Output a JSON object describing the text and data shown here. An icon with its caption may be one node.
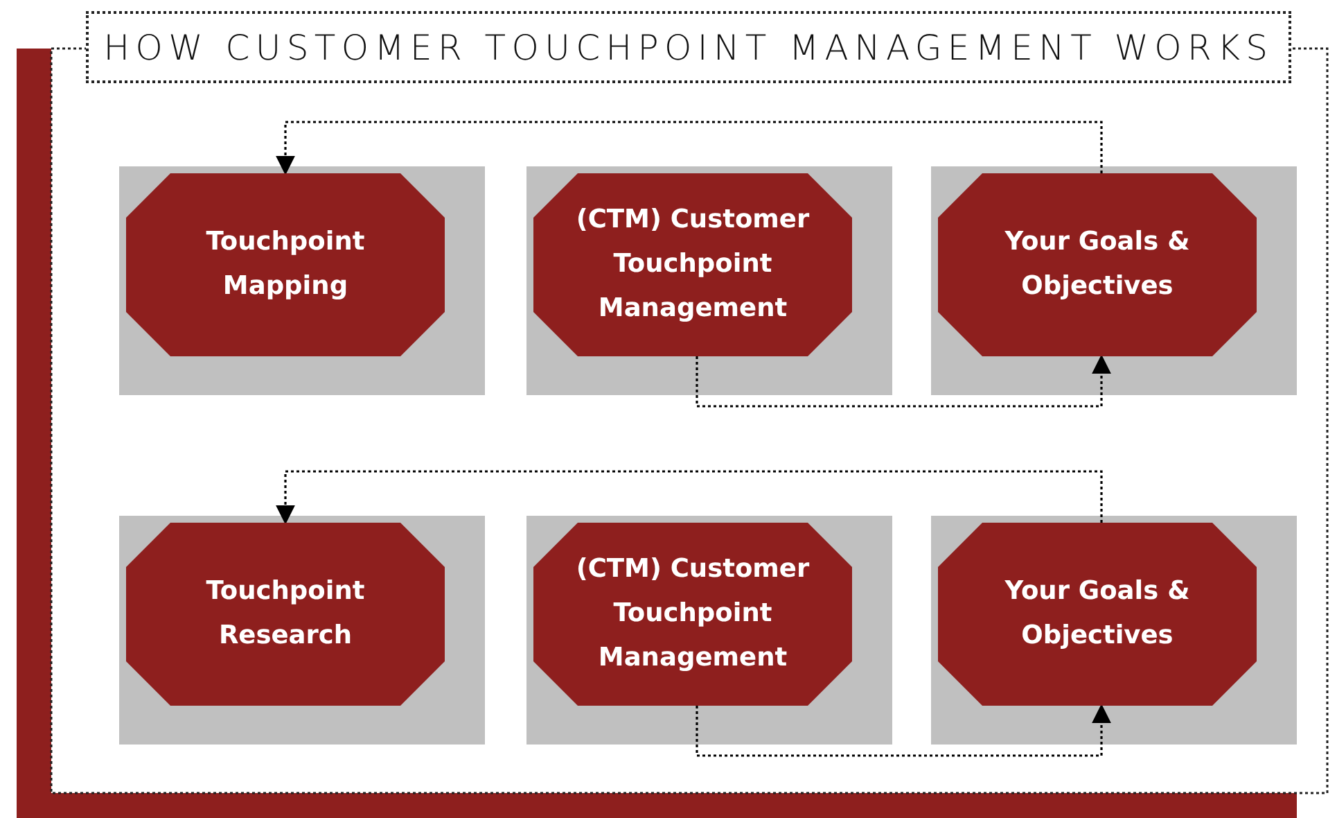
{
  "diagram": {
    "title": "HOW CUSTOMER TOUCHPOINT MANAGEMENT WORKS",
    "nodes": [
      {
        "text": [
          "Touchpoint Mapping"
        ]
      },
      {
        "text": [
          "(CTM) Customer Touchpoint Management"
        ]
      },
      {
        "text": [
          "Your Goals & Objectives"
        ]
      },
      {
        "text": [
          "Touchpoint Research"
        ]
      },
      {
        "text": [
          "(CTM) Customer Touchpoint Management"
        ]
      },
      {
        "text": [
          "Your Goals & Objectives"
        ]
      }
    ],
    "edges": [
      {
        "from": 1,
        "to": 2,
        "arrow": "to",
        "style": "dashed"
      },
      {
        "from": 2,
        "to": 0,
        "arrow": "to",
        "style": "dashed"
      },
      {
        "from": 4,
        "to": 5,
        "arrow": "to",
        "style": "dashed"
      },
      {
        "from": 5,
        "to": 3,
        "arrow": "to",
        "style": "dashed"
      }
    ]
  }
}
